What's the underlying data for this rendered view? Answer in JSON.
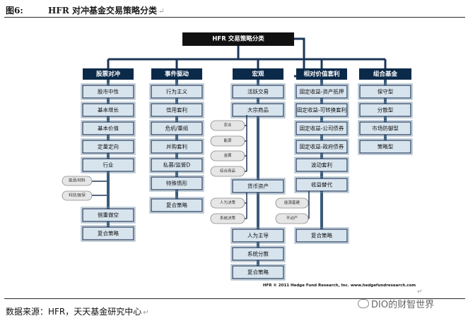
{
  "header": {
    "figure_number": "图6:",
    "figure_title": "HFR 对冲基金交易策略分类"
  },
  "root": {
    "label": "HFR 交易策略分类"
  },
  "categories": [
    {
      "label": "股票对冲",
      "items": [
        "股市中性",
        "基本增长",
        "基本价值",
        "定量定向",
        "行业"
      ],
      "sub_tags": [
        "能源/材料",
        "科技/医保"
      ],
      "after_items": [
        "侧重做空",
        "复合策略"
      ]
    },
    {
      "label": "事件驱动",
      "items": [
        "行为主义",
        "信用套利",
        "危机/重组",
        "并购套利",
        "私募/监管D",
        "特殊情形",
        "复合策略"
      ]
    },
    {
      "label": "宏观",
      "items": [
        "活跃交易",
        "大宗商品"
      ],
      "commodity_tags": [
        "农业",
        "能源",
        "金属",
        "综合商品"
      ],
      "mid_item": "货币资产",
      "currency_tags": [
        "人为决策",
        "系统决策"
      ],
      "after_items": [
        "人为主导",
        "系统分散",
        "复合策略"
      ]
    },
    {
      "label": "相对价值套利",
      "items": [
        "固定收益-资产抵押",
        "固定收益-可转换套利",
        "固定收益-公司债券",
        "固定收益-政府债券",
        "波动套利",
        "收益替代"
      ],
      "sub_tags": [
        "能源基建",
        "不动产"
      ],
      "after_items": [
        "复合策略"
      ]
    },
    {
      "label": "组合基金",
      "items": [
        "保守型",
        "分散型",
        "市场防御型",
        "策略型"
      ]
    }
  ],
  "copyright": "HFR © 2011 Hedge Fund Research, Inc.   www.hedgefundresearch.com",
  "source_note": "数据来源：HFR，天天基金研究中心",
  "watermark": "DIO的财智世界"
}
